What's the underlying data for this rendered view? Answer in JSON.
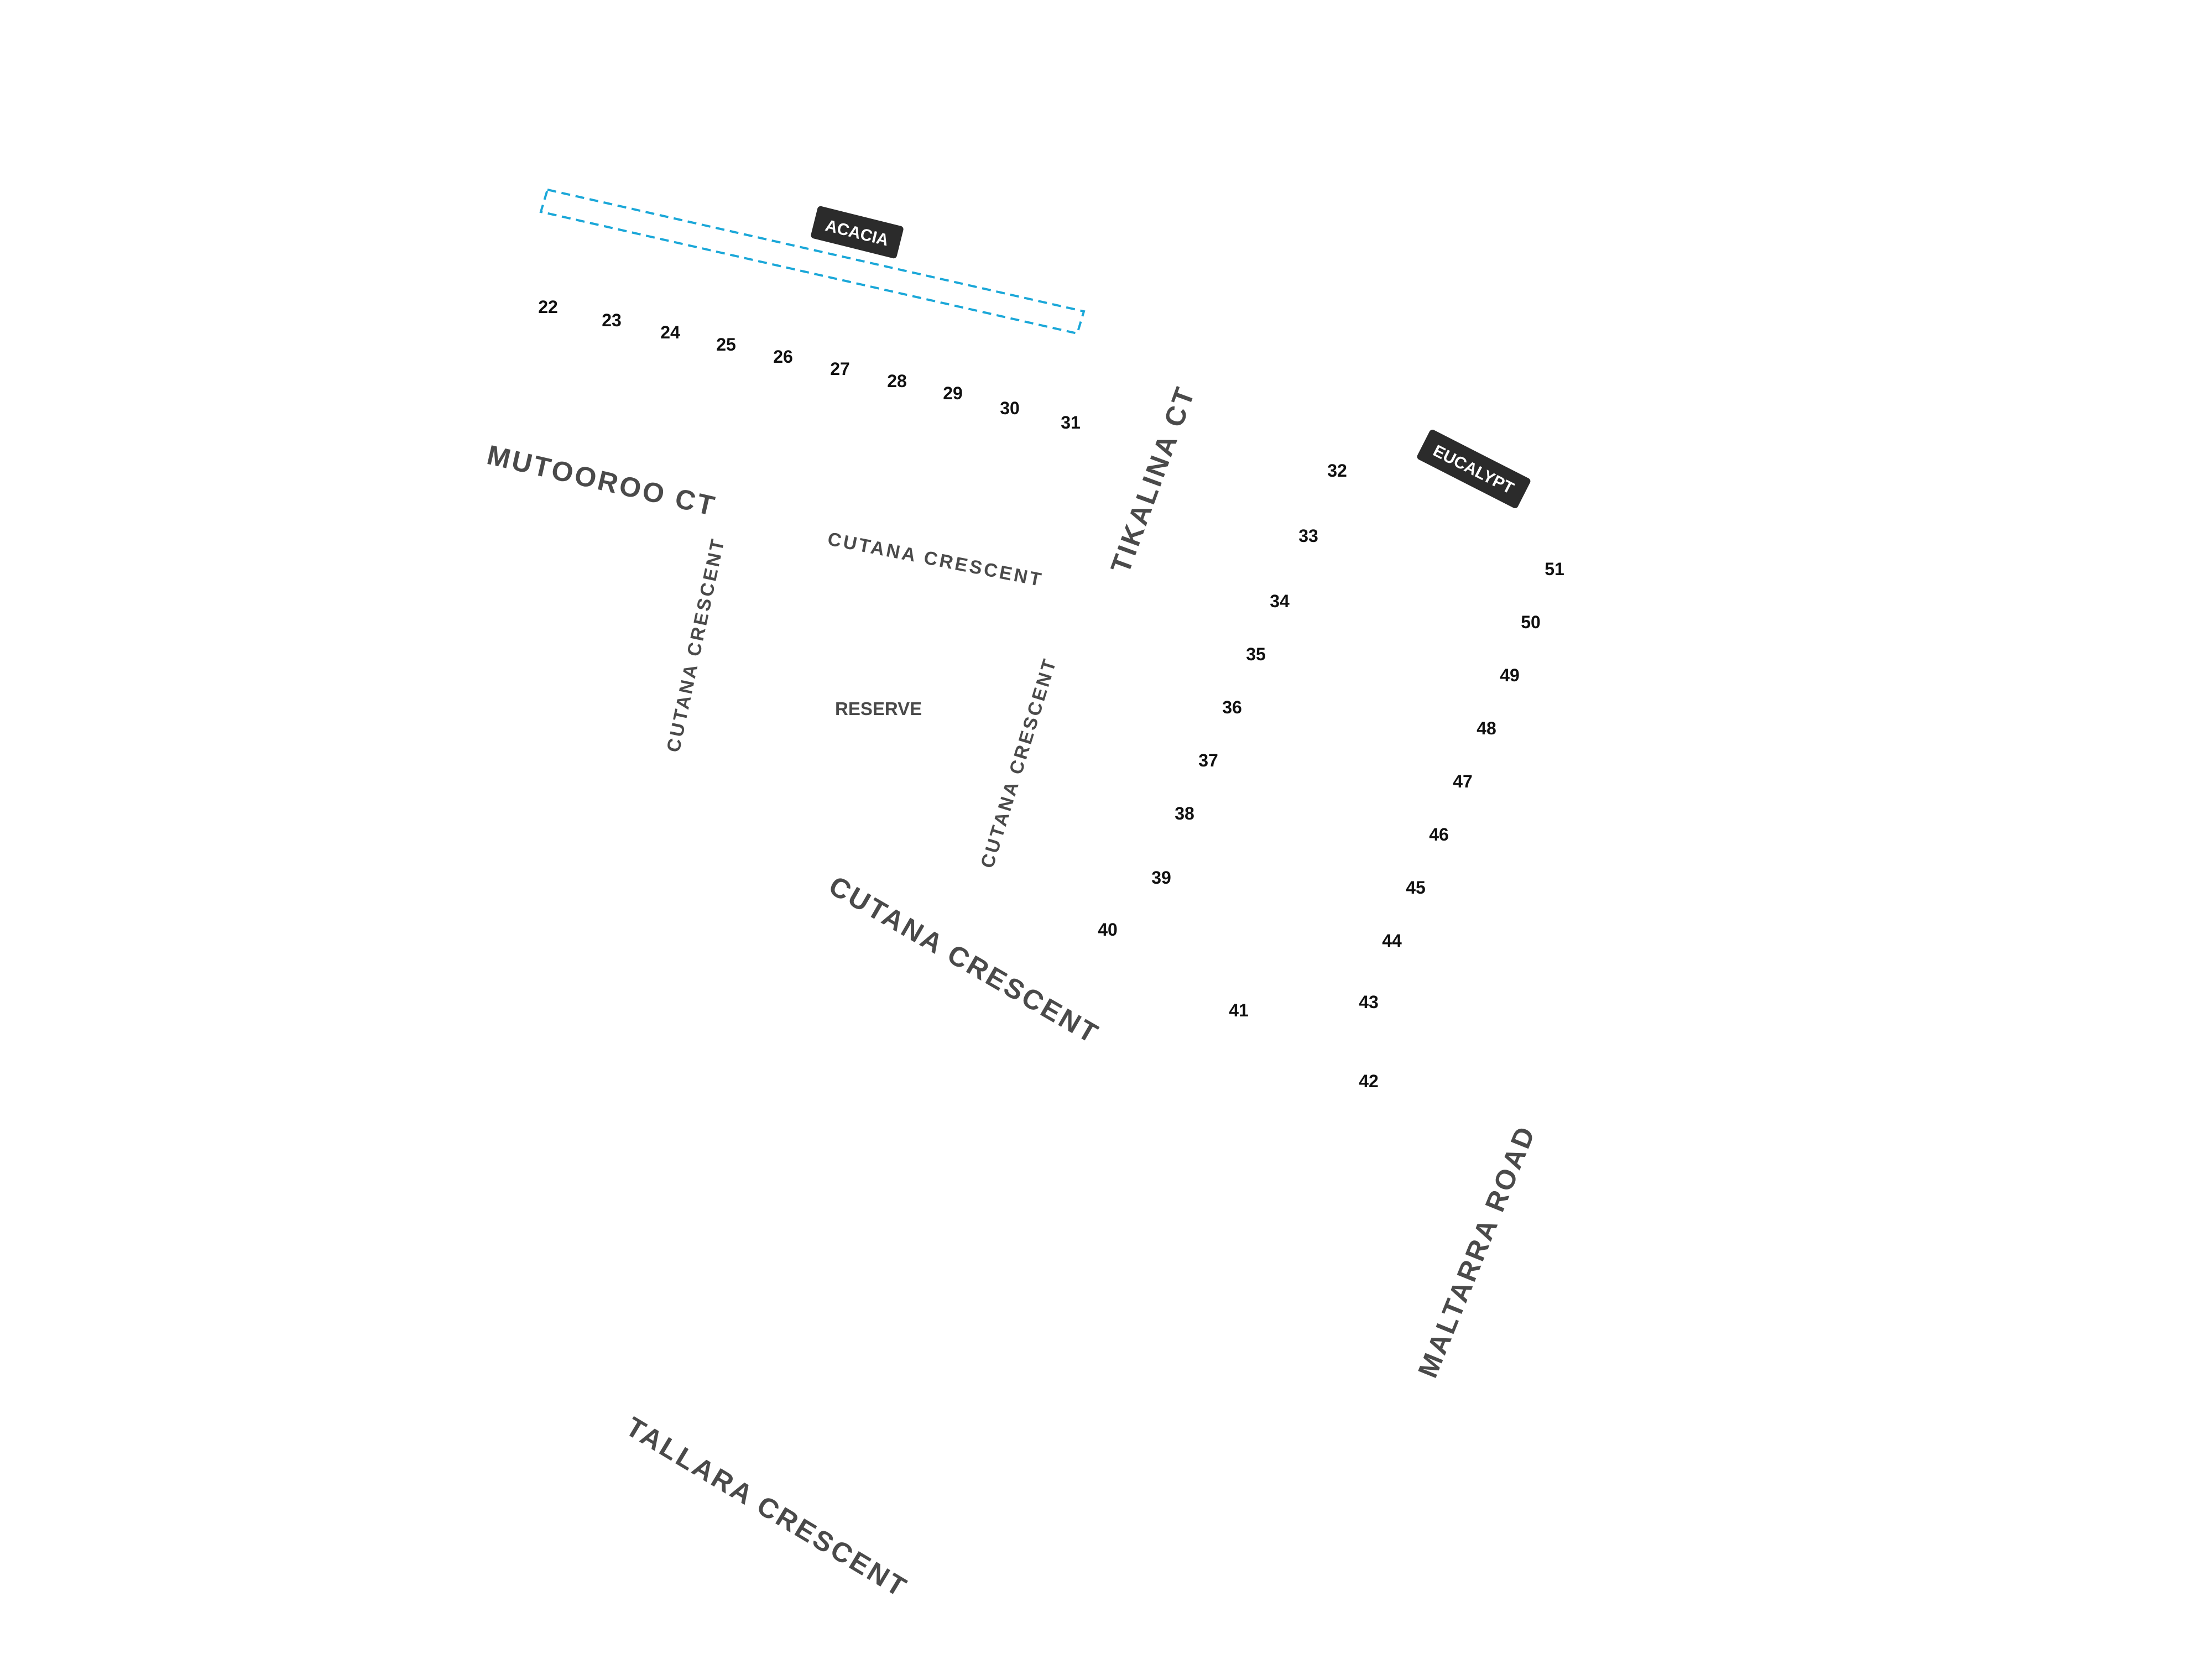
{
  "map": {
    "stage_outline_color": "#1aa7d8",
    "streets": {
      "mutooroo_ct": "MUTOOROO CT",
      "tikalina_ct": "TIKALINA CT",
      "cutana_upper": "CUTANA CRESCENT",
      "cutana_left": "CUTANA CRESCENT",
      "cutana_inner": "CUTANA CRESCENT",
      "cutana_main": "CUTANA CRESCENT",
      "maltarra_road": "MALTARRA  ROAD",
      "tallara_crescent": "TALLARA  CRESCENT"
    },
    "reserve_label": "RESERVE",
    "badges": {
      "acacia": "ACACIA",
      "eucalypt": "EUCALYPT"
    },
    "lots": [
      "22",
      "23",
      "24",
      "25",
      "26",
      "27",
      "28",
      "29",
      "30",
      "31",
      "32",
      "33",
      "34",
      "35",
      "36",
      "37",
      "38",
      "39",
      "40",
      "41",
      "42",
      "43",
      "44",
      "45",
      "46",
      "47",
      "48",
      "49",
      "50",
      "51"
    ]
  }
}
